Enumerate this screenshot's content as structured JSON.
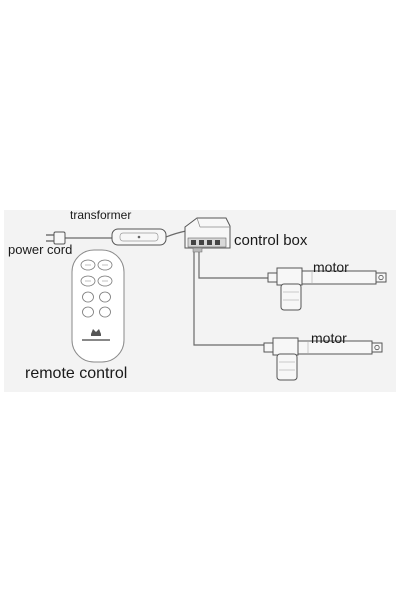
{
  "labels": {
    "transformer": "transformer",
    "power_cord": "power cord",
    "control_box": "control box",
    "motor_top": "motor",
    "motor_bottom": "motor",
    "remote_control": "remote control"
  },
  "colors": {
    "background": "#ffffff",
    "panel": "#f3f3f3",
    "device_fill": "#f7f7f7",
    "outline": "#555555",
    "cable": "#6a6a6a",
    "text": "#1a1a1a"
  },
  "icons": {
    "remote_logo": "crown-icon"
  }
}
